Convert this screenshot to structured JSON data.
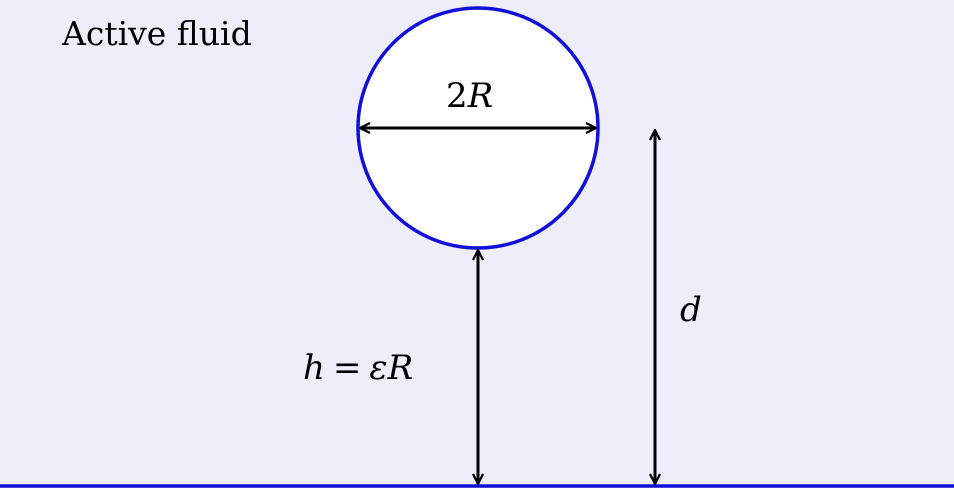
{
  "colors": {
    "background": "#eeeefb",
    "sphere_stroke": "#1010d8",
    "sphere_fill": "#ffffff",
    "wall": "#1010d8",
    "arrows": "#000000"
  },
  "labels": {
    "fluid": "Active fluid",
    "diameter_coef": "2",
    "diameter_var": "R",
    "gap_lhs": "h",
    "gap_eq": "=",
    "gap_eps": "ε",
    "gap_var": "R",
    "distance": "d"
  }
}
